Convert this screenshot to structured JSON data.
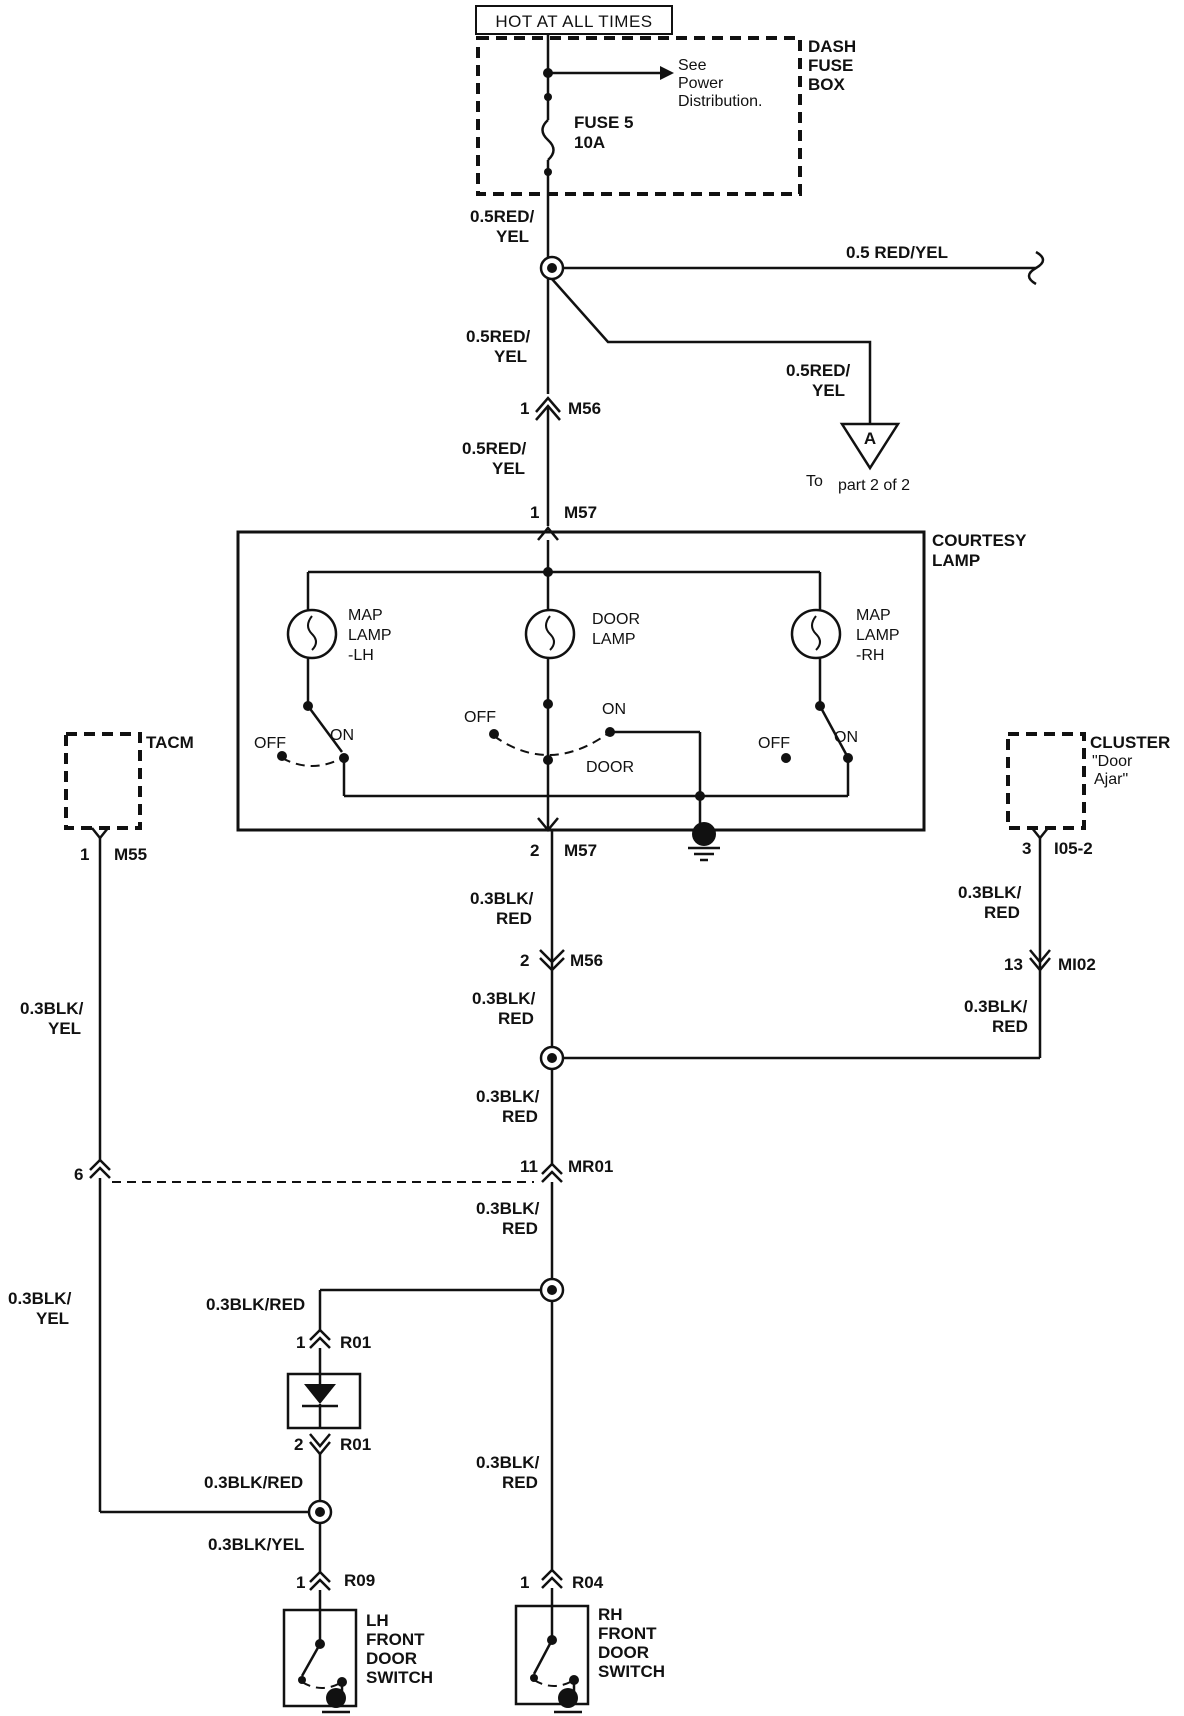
{
  "header": {
    "hot_label": "HOT AT ALL TIMES"
  },
  "fuse_box": {
    "title": [
      "DASH",
      "FUSE",
      "BOX"
    ],
    "see_note": [
      "See",
      "Power",
      "Distribution."
    ],
    "fuse": [
      "FUSE 5",
      "10A"
    ]
  },
  "wires": {
    "w_fuse_out": [
      "0.5RED/",
      "YEL"
    ],
    "w_branch_right": "0.5 RED/YEL",
    "w_below_splice": [
      "0.5RED/",
      "YEL"
    ],
    "w_to_A": [
      "0.5RED/",
      "YEL"
    ],
    "w_m56_m57": [
      "0.5RED/",
      "YEL"
    ],
    "w_m57_m56": [
      "0.3BLK/",
      "RED"
    ],
    "w_m56_splice": [
      "0.3BLK/",
      "RED"
    ],
    "w_mi02": [
      "0.3BLK/",
      "RED"
    ],
    "w_i05": [
      "0.3BLK/",
      "RED"
    ],
    "w_splice_mr01": [
      "0.3BLK/",
      "RED"
    ],
    "w_mr01_splice": [
      "0.3BLK/",
      "RED"
    ],
    "w_tacm_upper": [
      "0.3BLK/",
      "YEL"
    ],
    "w_tacm_lower": [
      "0.3BLK/",
      "YEL"
    ],
    "w_r01_top": "0.3BLK/RED",
    "w_r01_bottom": "0.3BLK/RED",
    "w_r09": "0.3BLK/YEL",
    "w_rh_switch": [
      "0.3BLK/",
      "RED"
    ]
  },
  "offpage": {
    "letter": "A",
    "to": "To",
    "part": "part 2 of 2"
  },
  "connectors": {
    "m56_top": {
      "pin": "1",
      "name": "M56"
    },
    "m57_top": {
      "pin": "1",
      "name": "M57"
    },
    "m57_bottom": {
      "pin": "2",
      "name": "M57"
    },
    "m56_bottom": {
      "pin": "2",
      "name": "M56"
    },
    "m55": {
      "pin": "1",
      "name": "M55"
    },
    "i05": {
      "pin": "3",
      "name": "I05-2"
    },
    "mi02": {
      "pin": "13",
      "name": "MI02"
    },
    "mr01": {
      "pin": "11",
      "name": "MR01"
    },
    "mr01_left": {
      "pin": "6"
    },
    "r01_top": {
      "pin": "1",
      "name": "R01"
    },
    "r01_bottom": {
      "pin": "2",
      "name": "R01"
    },
    "r09": {
      "pin": "1",
      "name": "R09"
    },
    "r04": {
      "pin": "1",
      "name": "R04"
    }
  },
  "courtesy": {
    "title": [
      "COURTESY",
      "LAMP"
    ],
    "map_lh": [
      "MAP",
      "LAMP",
      "-LH"
    ],
    "door": [
      "DOOR",
      "LAMP"
    ],
    "map_rh": [
      "MAP",
      "LAMP",
      "-RH"
    ],
    "off": "OFF",
    "on": "ON",
    "door_pos": "DOOR"
  },
  "tacm": {
    "label": "TACM"
  },
  "cluster": {
    "title": "CLUSTER",
    "sub": [
      "\"Door",
      "Ajar\""
    ]
  },
  "switches": {
    "lh": [
      "LH",
      "FRONT",
      "DOOR",
      "SWITCH"
    ],
    "rh": [
      "RH",
      "FRONT",
      "DOOR",
      "SWITCH"
    ]
  }
}
